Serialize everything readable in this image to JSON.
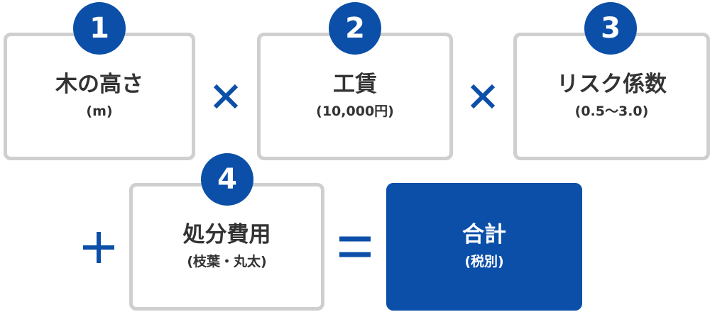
{
  "colors": {
    "accent": "#0b4fa8",
    "border": "#cfcfcf",
    "text": "#333333"
  },
  "terms": [
    {
      "number": "1",
      "label": "木の高さ",
      "sub": "(m)"
    },
    {
      "number": "2",
      "label": "工賃",
      "sub": "(10,000円)"
    },
    {
      "number": "3",
      "label": "リスク係数",
      "sub": "(0.5〜3.0)"
    },
    {
      "number": "4",
      "label": "処分費用",
      "sub": "(枝葉・丸太)"
    }
  ],
  "result": {
    "label": "合計",
    "sub": "(税別)"
  },
  "operators": [
    "multiply-icon",
    "multiply-icon",
    "plus-icon",
    "equals-icon"
  ]
}
